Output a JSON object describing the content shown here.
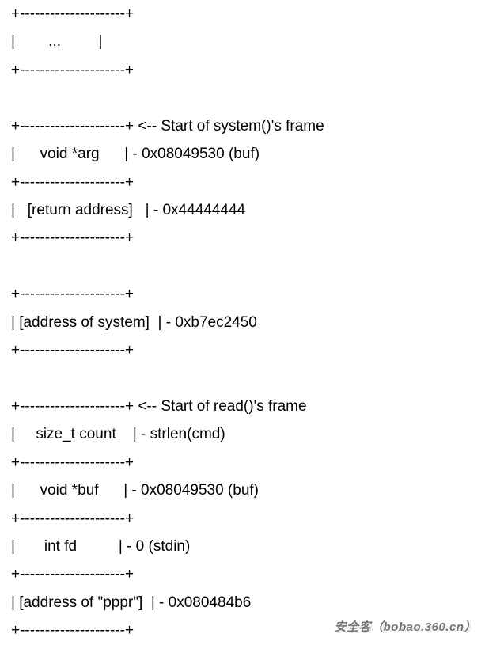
{
  "document": {
    "lines": [
      "+---------------------+",
      "|        ...         |",
      "+---------------------+",
      "",
      "+---------------------+ <-- Start of system()'s frame",
      "|      void *arg      | - 0x08049530 (buf)",
      "+---------------------+",
      "|   [return address]   | - 0x44444444",
      "+---------------------+",
      "",
      "+---------------------+",
      "| [address of system]  | - 0xb7ec2450",
      "+---------------------+",
      "",
      "+---------------------+ <-- Start of read()'s frame",
      "|     size_t count    | - strlen(cmd)",
      "+---------------------+",
      "|      void *buf      | - 0x08049530 (buf)",
      "+---------------------+",
      "|       int fd          | - 0 (stdin)",
      "+---------------------+",
      "| [address of \"pppr\"]  | - 0x080484b6",
      "+---------------------+"
    ]
  },
  "stack_frames": [
    {
      "note": "",
      "cells": [
        {
          "label": "...",
          "value": ""
        }
      ]
    },
    {
      "note": "Start of system()'s frame",
      "cells": [
        {
          "label": "void *arg",
          "value": "0x08049530 (buf)"
        },
        {
          "label": "[return address]",
          "value": "0x44444444"
        }
      ]
    },
    {
      "note": "",
      "cells": [
        {
          "label": "[address of system]",
          "value": "0xb7ec2450"
        }
      ]
    },
    {
      "note": "Start of read()'s frame",
      "cells": [
        {
          "label": "size_t count",
          "value": "strlen(cmd)"
        },
        {
          "label": "void *buf",
          "value": "0x08049530 (buf)"
        },
        {
          "label": "int fd",
          "value": "0 (stdin)"
        },
        {
          "label": "[address of \"pppr\"]",
          "value": "0x080484b6"
        }
      ]
    }
  ],
  "watermark": {
    "text": "安全客（bobao.360.cn）"
  },
  "colors": {
    "background": "#ffffff",
    "text": "#000000",
    "watermark": "#757575"
  }
}
